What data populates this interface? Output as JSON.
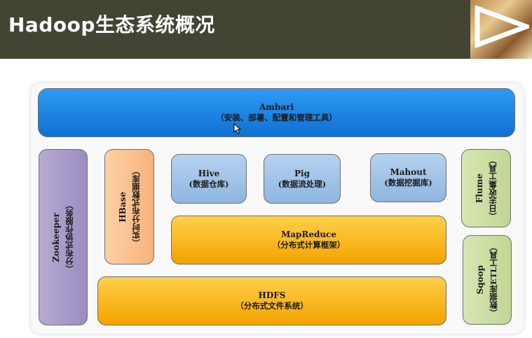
{
  "header": {
    "title": "Hadoop生态系统概况"
  },
  "diagram": {
    "ambari": {
      "name": "Ambari",
      "desc": "（安装、部署、配置和管理工具）"
    },
    "hive": {
      "name": "Hive",
      "desc": "(数据仓库)"
    },
    "pig": {
      "name": "Pig",
      "desc": "(数据流处理)"
    },
    "mahout": {
      "name": "Mahout",
      "desc": "(数据挖掘库)"
    },
    "mapreduce": {
      "name": "MapReduce",
      "desc": "（分布式计算框架）"
    },
    "hdfs": {
      "name": "HDFS",
      "desc": "（分布式文件系统）"
    },
    "hbase": {
      "name": "HBase",
      "desc": "（实时分布式数据库）"
    },
    "zookeeper": {
      "name": "Zookeeper",
      "desc": "（分布式协作服务）"
    },
    "flume": {
      "name": "Flume",
      "desc": "（日志收集工具）"
    },
    "sqoop": {
      "name": "Sqoop",
      "desc": "（数据库ETL工具）"
    }
  },
  "colors": {
    "header_bg": "#434434",
    "ambari": "#1a84e6",
    "light_blue": "#a3c3e7",
    "orange": "#f7b51d",
    "peach": "#fbc193",
    "purple": "#a99bc8",
    "green": "#cbdea3"
  },
  "icons": {
    "next": "next-arrow-icon",
    "cursor": "mouse-pointer-icon"
  }
}
